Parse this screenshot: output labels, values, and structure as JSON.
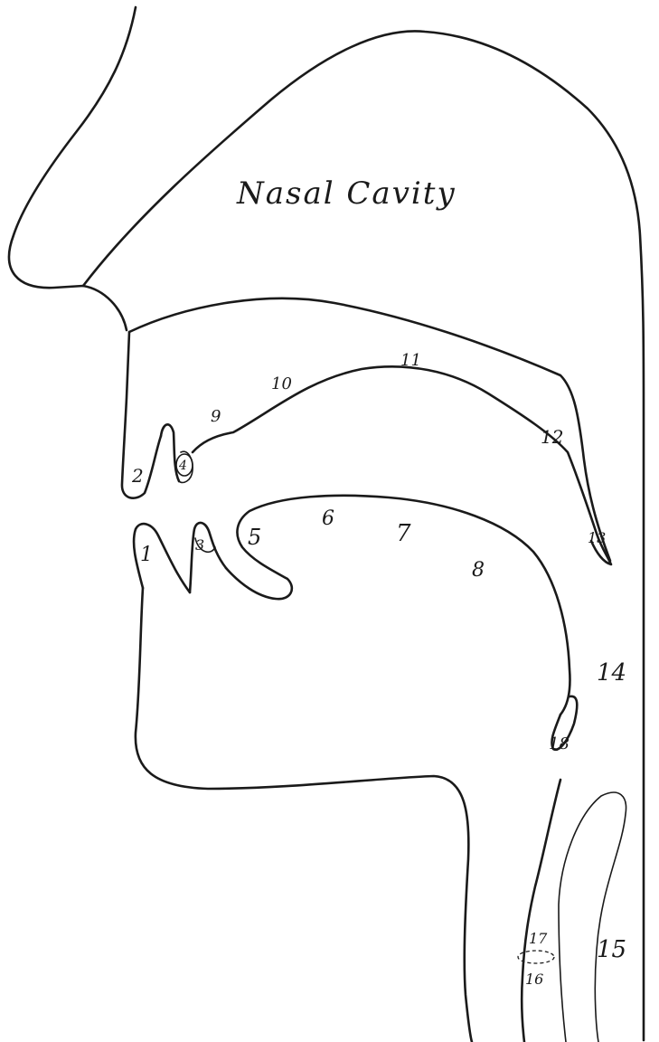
{
  "diagram": {
    "title": "Nasal Cavity",
    "labels": [
      {
        "id": "1",
        "text": "1"
      },
      {
        "id": "2",
        "text": "2"
      },
      {
        "id": "3",
        "text": "3"
      },
      {
        "id": "4",
        "text": "4"
      },
      {
        "id": "5",
        "text": "5"
      },
      {
        "id": "6",
        "text": "6"
      },
      {
        "id": "7",
        "text": "7"
      },
      {
        "id": "8",
        "text": "8"
      },
      {
        "id": "9",
        "text": "9"
      },
      {
        "id": "10",
        "text": "10"
      },
      {
        "id": "11",
        "text": "11"
      },
      {
        "id": "12",
        "text": "12"
      },
      {
        "id": "13",
        "text": "13"
      },
      {
        "id": "14",
        "text": "14"
      },
      {
        "id": "15",
        "text": "15"
      },
      {
        "id": "16",
        "text": "16"
      },
      {
        "id": "17",
        "text": "17"
      },
      {
        "id": "18",
        "text": "18"
      }
    ]
  }
}
